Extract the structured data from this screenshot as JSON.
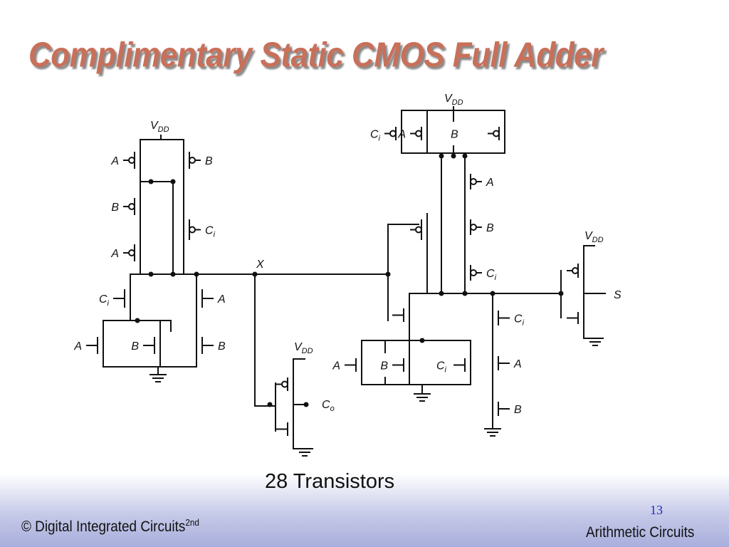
{
  "slide": {
    "title": "Complimentary Static CMOS Full Adder",
    "caption": "28 Transistors",
    "footer_left": "© Digital Integrated Circuits",
    "footer_left_sup": "2nd",
    "footer_right": "Arithmetic Circuits",
    "page_number": "13"
  },
  "colors": {
    "title": "#c8705a",
    "title_shadow": "#8a8a8a",
    "page_number": "#1b2fc4",
    "footer_band": "#a9aedc"
  },
  "schematic": {
    "signals": {
      "A": "A",
      "B": "B",
      "C": "C",
      "C_sub": "i",
      "V": "V",
      "V_sub": "DD",
      "X": "X",
      "S": "S",
      "Co": "C",
      "Co_sub": "o"
    }
  }
}
